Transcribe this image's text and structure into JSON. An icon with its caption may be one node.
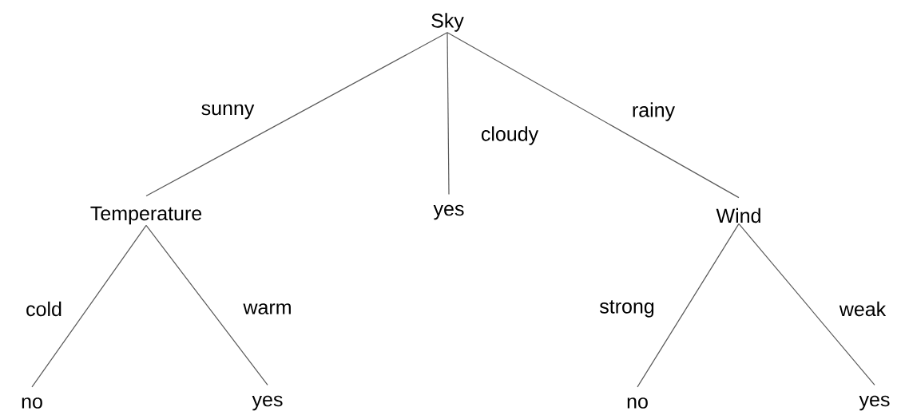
{
  "diagram": {
    "nodes": [
      {
        "text": [
          "Sky"
        ]
      },
      {
        "text": [
          "Temperature"
        ]
      },
      {
        "text": [
          "yes"
        ]
      },
      {
        "text": [
          "Wind"
        ]
      },
      {
        "text": [
          "no"
        ]
      },
      {
        "text": [
          "yes"
        ]
      },
      {
        "text": [
          "no"
        ]
      },
      {
        "text": [
          "yes"
        ]
      }
    ],
    "edges": [
      {
        "from": 0,
        "to": 1,
        "arrow": "none",
        "label": "sunny"
      },
      {
        "from": 0,
        "to": 2,
        "arrow": "none",
        "label": "cloudy"
      },
      {
        "from": 0,
        "to": 3,
        "arrow": "none",
        "label": "rainy"
      },
      {
        "from": 1,
        "to": 4,
        "arrow": "none",
        "label": "cold"
      },
      {
        "from": 1,
        "to": 5,
        "arrow": "none",
        "label": "warm"
      },
      {
        "from": 3,
        "to": 6,
        "arrow": "none",
        "label": "strong"
      },
      {
        "from": 3,
        "to": 7,
        "arrow": "none",
        "label": "weak"
      }
    ]
  }
}
